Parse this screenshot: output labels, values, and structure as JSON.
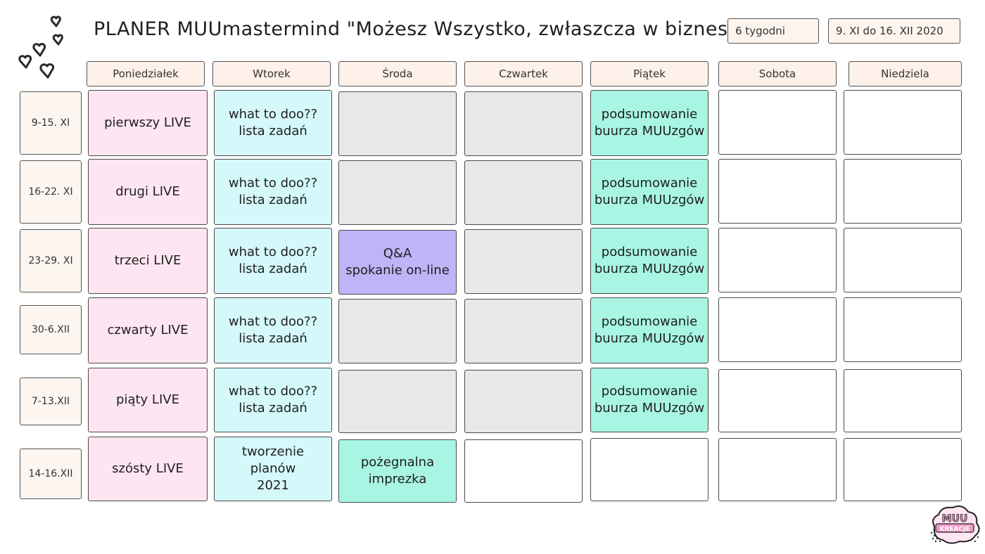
{
  "header": {
    "title": "PLANER MUUmastermind \"Możesz Wszystko, zwłaszcza w biznesie\"",
    "duration": "6 tygodni",
    "date_range": "9. XI do 16. XII 2020"
  },
  "days": [
    "Poniedziałek",
    "Wtorek",
    "Środa",
    "Czwartek",
    "Piątek",
    "Sobota",
    "Niedziela"
  ],
  "weeks": [
    "9-15. XI",
    "16-22. XI",
    "23-29. XI",
    "30-6.XII",
    "7-13.XII",
    "14-16.XII"
  ],
  "rows": [
    [
      "pierwszy LIVE",
      "what to doo??\nlista zadań",
      "",
      "",
      "podsumowanie\nbuurza MUUzgów",
      "",
      ""
    ],
    [
      "drugi LIVE",
      "what to doo??\nlista zadań",
      "",
      "",
      "podsumowanie\nbuurza MUUzgów",
      "",
      ""
    ],
    [
      "trzeci LIVE",
      "what to doo??\nlista zadań",
      "Q&A\nspokanie on-line",
      "",
      "podsumowanie\nbuurza MUUzgów",
      "",
      ""
    ],
    [
      "czwarty LIVE",
      "what to doo??\nlista zadań",
      "",
      "",
      "podsumowanie\nbuurza MUUzgów",
      "",
      ""
    ],
    [
      "piąty LIVE",
      "what to doo??\nlista zadań",
      "",
      "",
      "podsumowanie\nbuurza MUUzgów",
      "",
      ""
    ],
    [
      "szósty LIVE",
      "tworzenie\nplanów\n2021",
      "pożegnalna\nimprezka",
      "",
      "",
      "",
      ""
    ]
  ],
  "colors": {
    "monday": "#fde6f1",
    "tuesday": "#d5f8fb",
    "empty_weekday": "#e6e8ea",
    "friday": "#a8f5e4",
    "qa": "#c0b3f7",
    "weekend": "#ffffff"
  },
  "icons": [
    "hearts-doodle-icon",
    "muu-kreacje-logo"
  ],
  "logo": {
    "line1": "MUU",
    "line2": "KREACJE"
  }
}
